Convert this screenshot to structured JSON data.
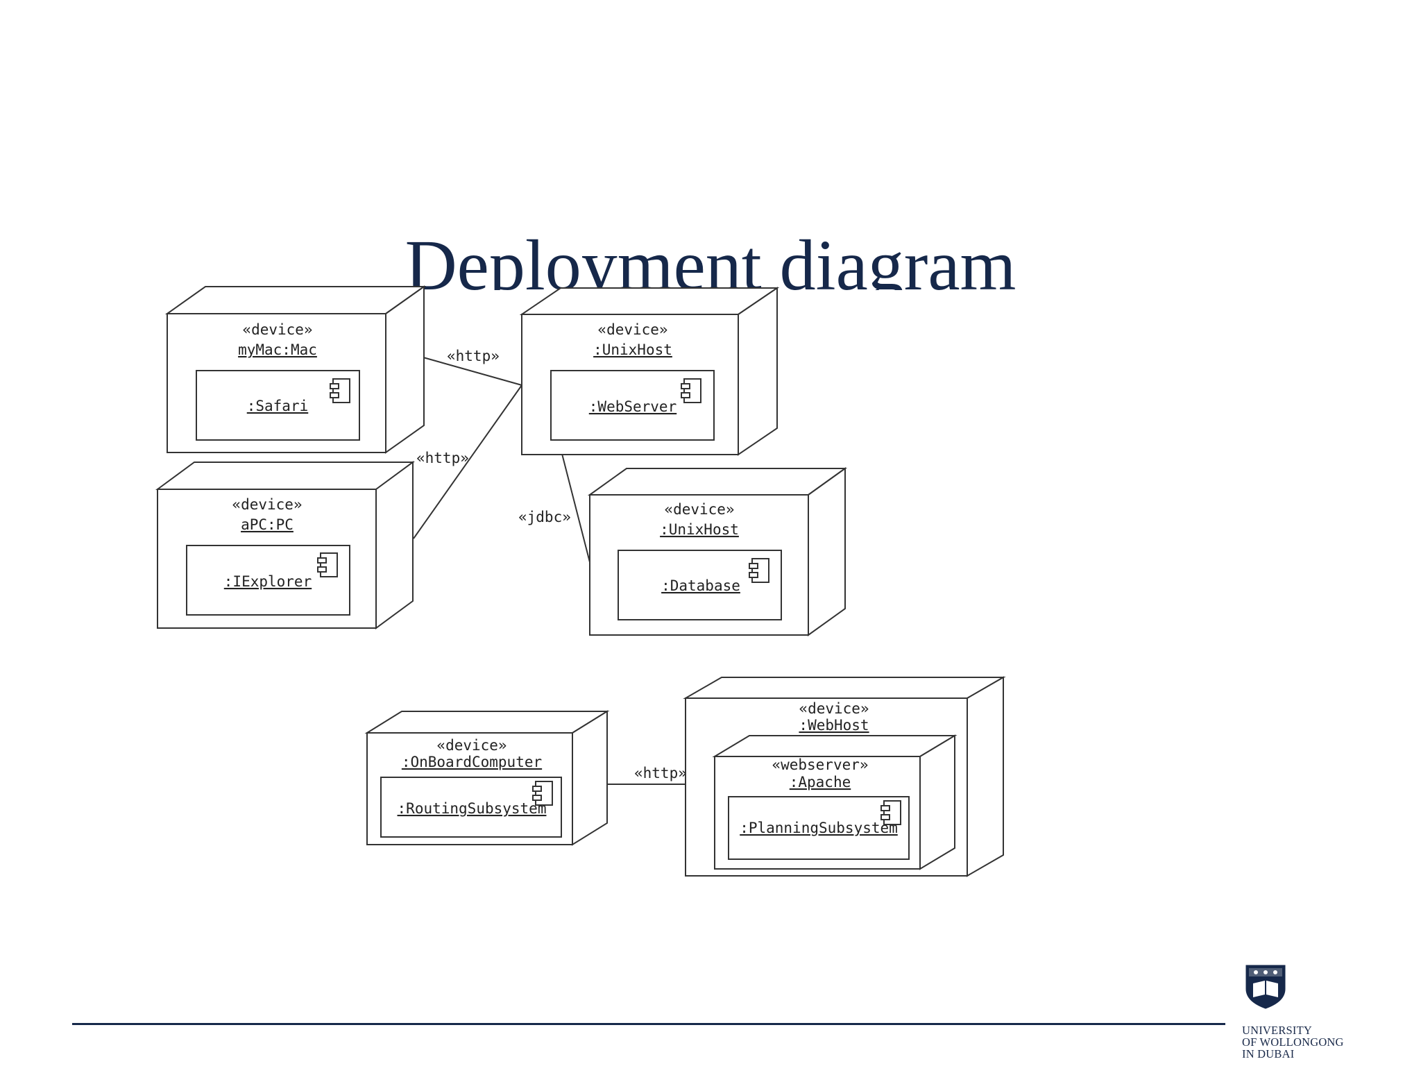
{
  "slide": {
    "title": "Deployment diagram"
  },
  "diagram_top": {
    "mymac": {
      "stereotype": "«device»",
      "name": "myMac:Mac",
      "component": ":Safari"
    },
    "apc": {
      "stereotype": "«device»",
      "name": "aPC:PC",
      "component": ":IExplorer"
    },
    "unixhost_web": {
      "stereotype": "«device»",
      "name": ":UnixHost",
      "component": ":WebServer"
    },
    "unixhost_db": {
      "stereotype": "«device»",
      "name": ":UnixHost",
      "component": ":Database"
    },
    "links": {
      "http_1": "«http»",
      "http_2": "«http»",
      "jdbc": "«jdbc»"
    }
  },
  "diagram_bottom": {
    "onboard": {
      "stereotype": "«device»",
      "name": ":OnBoardComputer",
      "component": ":RoutingSubsystem"
    },
    "webhost": {
      "stereotype": "«device»",
      "name": ":WebHost"
    },
    "apache": {
      "stereotype": "«webserver»",
      "name": ":Apache",
      "component": ":PlanningSubsystem"
    },
    "links": {
      "http": "«http»"
    }
  },
  "footer": {
    "logo_icon": "university-crest-icon",
    "university_lines": [
      "UNIVERSITY",
      "OF WOLLONGONG",
      "IN DUBAI"
    ],
    "brand_color": "#16284a"
  }
}
